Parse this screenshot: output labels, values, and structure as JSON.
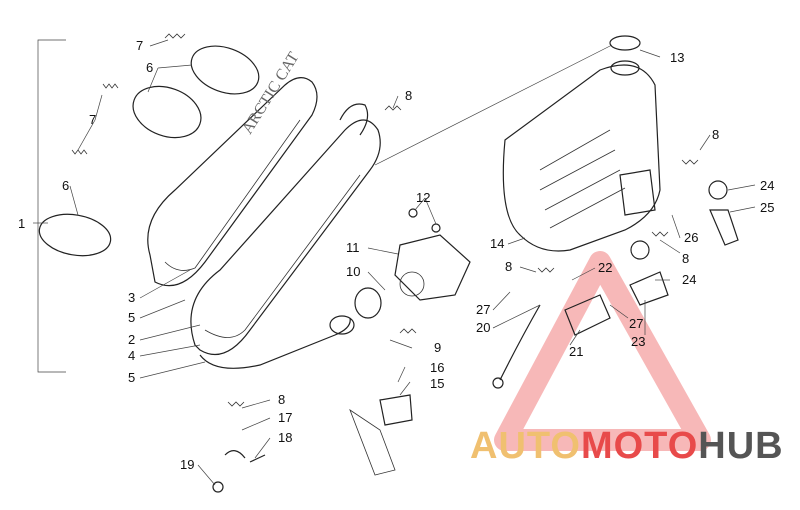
{
  "diagram": {
    "labels": {
      "l1": "1",
      "l2": "2",
      "l3": "3",
      "l4": "4",
      "l5a": "5",
      "l5b": "5",
      "l6a": "6",
      "l6b": "6",
      "l7a": "7",
      "l7b": "7",
      "l8a": "8",
      "l8b": "8",
      "l8c": "8",
      "l8d": "8",
      "l8e": "8",
      "l9": "9",
      "l10": "10",
      "l11": "11",
      "l12": "12",
      "l13": "13",
      "l14": "14",
      "l15": "15",
      "l16": "16",
      "l17": "17",
      "l18": "18",
      "l19": "19",
      "l20": "20",
      "l21": "21",
      "l22": "22",
      "l23": "23",
      "l24a": "24",
      "l24b": "24",
      "l25": "25",
      "l26": "26",
      "l27a": "27",
      "l27b": "27"
    },
    "stamp_text": "ARCTIC CAT"
  },
  "watermark": {
    "part1": "AUTO",
    "part2": "MOTO",
    "part3": "HUB",
    "color_light": "#f0c070",
    "color_red": "#e84a4a",
    "color_dark": "#555555"
  }
}
